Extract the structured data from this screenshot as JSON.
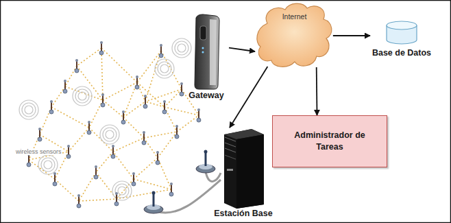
{
  "diagram": {
    "nodes": [
      {
        "text": [
          "Gateway"
        ]
      },
      {
        "text": [
          "Internet"
        ]
      },
      {
        "text": [
          "Base de Datos"
        ]
      },
      {
        "text": [
          "Administrador de Tareas"
        ]
      },
      {
        "text": [
          "Estación Base"
        ]
      }
    ],
    "edges": [
      {
        "from": 0,
        "to": 1,
        "arrow": "to"
      },
      {
        "from": 1,
        "to": 2,
        "arrow": "to"
      },
      {
        "from": 1,
        "to": 3,
        "arrow": "to"
      },
      {
        "from": 1,
        "to": 4,
        "arrow": "to"
      }
    ],
    "labels": [
      "wireless sensors"
    ]
  }
}
